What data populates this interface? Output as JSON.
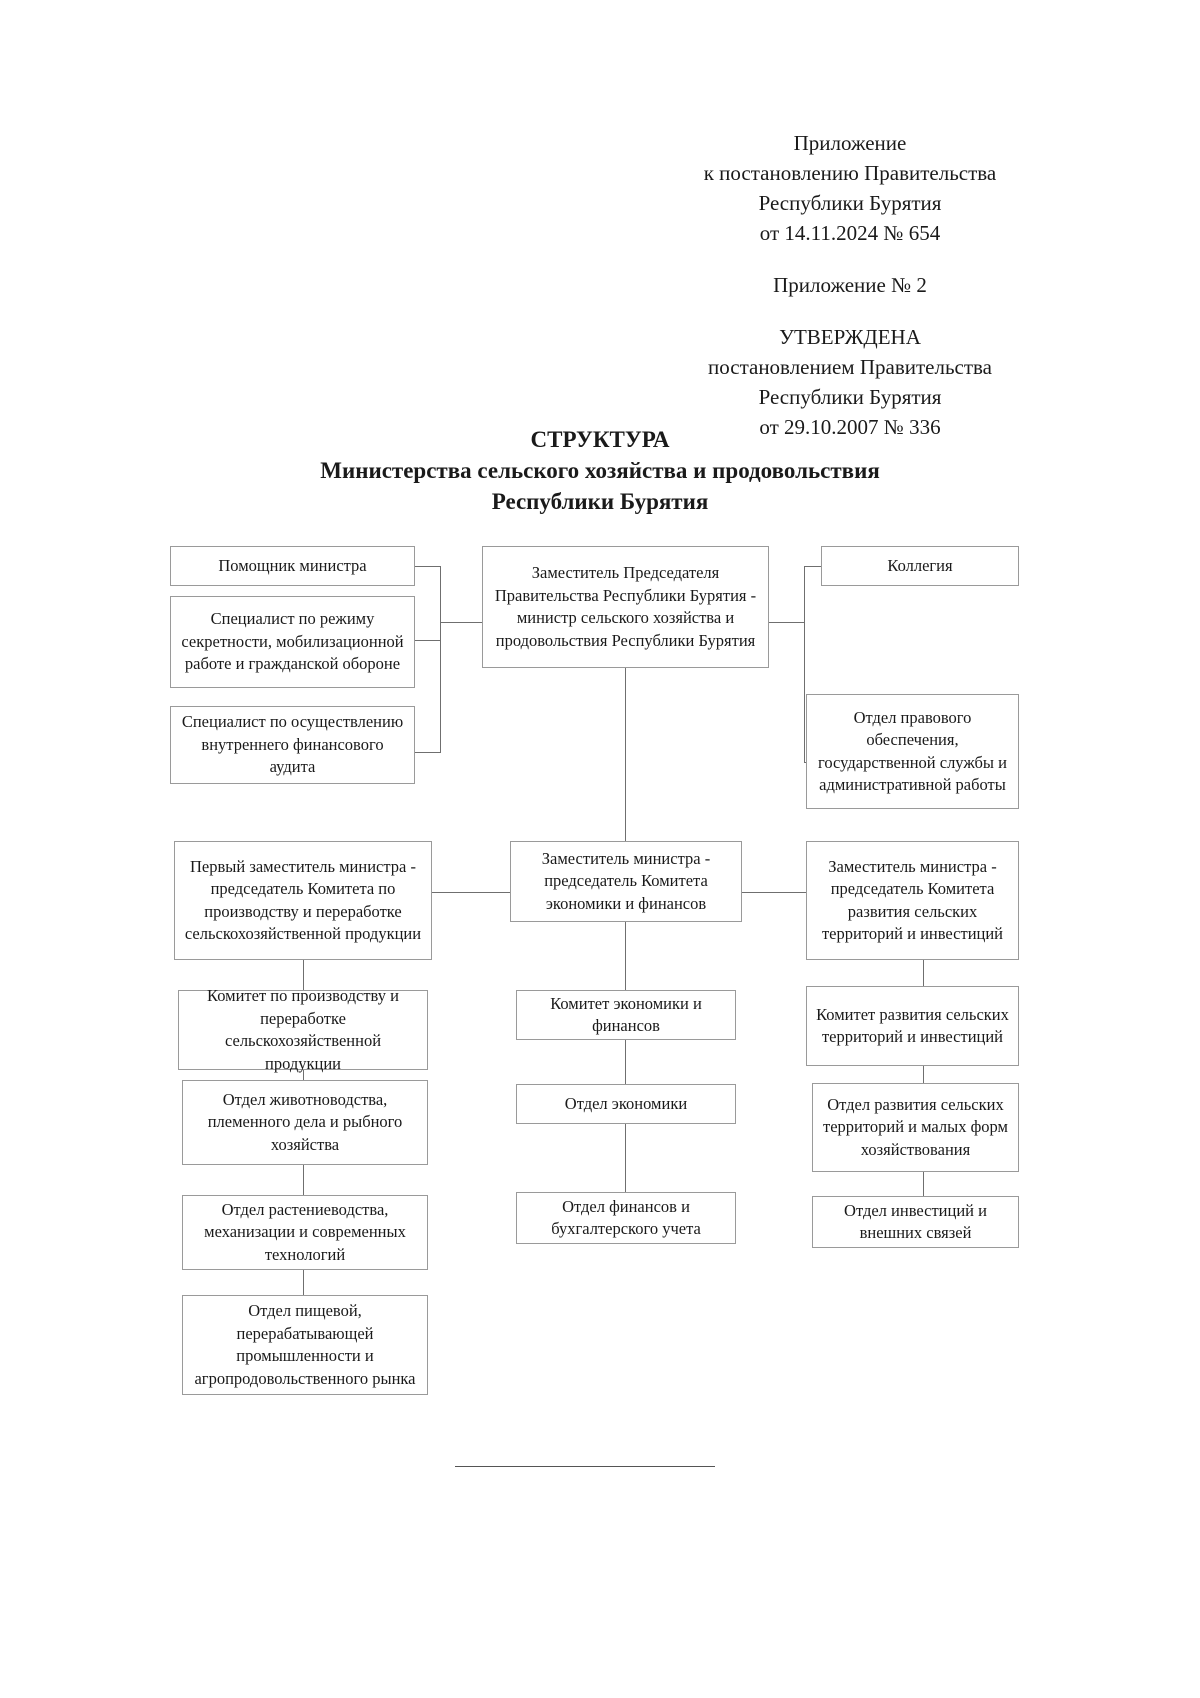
{
  "document": {
    "header": {
      "groups": [
        {
          "id": "prilozhenie-postanovlenie",
          "lines": [
            "Приложение",
            "к постановлению Правительства",
            "Республики Бурятия",
            "от 14.11.2024 № 654"
          ]
        },
        {
          "id": "prilozhenie-2",
          "lines": [
            "Приложение № 2"
          ]
        },
        {
          "id": "utverzhdena",
          "lines": [
            "УТВЕРЖДЕНА",
            "постановлением Правительства",
            "Республики Бурятия",
            "от 29.10.2007 № 336"
          ]
        }
      ]
    },
    "title": {
      "line1": "СТРУКТУРА",
      "line2": "Министерства сельского хозяйства и продовольствия",
      "line3": "Республики Бурятия"
    }
  },
  "chart_data": {
    "type": "diagram",
    "title": "СТРУКТУРА Министерства сельского хозяйства и продовольствия Республики Бурятия",
    "nodes": [
      {
        "id": "pomoshchnik",
        "label": "Помощник министра",
        "column": "left",
        "level": 1
      },
      {
        "id": "spec-rezhim",
        "label": "Специалист по режиму секретности, мобилизационной работе и гражданской обороне",
        "column": "left",
        "level": 1
      },
      {
        "id": "spec-audit",
        "label": "Специалист по осуществлению внутреннего финансового аудита",
        "column": "left",
        "level": 1
      },
      {
        "id": "ministr",
        "label": "Заместитель Председателя Правительства Республики Бурятия - министр сельского хозяйства и продовольствия Республики Бурятия",
        "column": "center",
        "level": 1
      },
      {
        "id": "kollegiya",
        "label": "Коллегия",
        "column": "right",
        "level": 1
      },
      {
        "id": "otdel-pravovogo",
        "label": "Отдел правового обеспечения, государственной службы и административной работы",
        "column": "right",
        "level": 1
      },
      {
        "id": "pervyy-zam",
        "label": "Первый заместитель министра - председатель Комитета по производству и переработке сельскохозяйственной продукции",
        "column": "left",
        "level": 2
      },
      {
        "id": "zam-ekonomiki",
        "label": "Заместитель министра - председатель Комитета экономики и финансов",
        "column": "center",
        "level": 2
      },
      {
        "id": "zam-territoriy",
        "label": "Заместитель министра - председатель Комитета развития сельских территорий и инвестиций",
        "column": "right",
        "level": 2
      },
      {
        "id": "komitet-proizvodstvu",
        "label": "Комитет по производству и переработке сельскохозяйственной продукции",
        "column": "left",
        "level": 3
      },
      {
        "id": "komitet-ekonomiki",
        "label": "Комитет экономики и финансов",
        "column": "center",
        "level": 3
      },
      {
        "id": "komitet-razvitiya",
        "label": "Комитет развития сельских территорий и инвестиций",
        "column": "right",
        "level": 3
      },
      {
        "id": "otdel-zhivotnovodstva",
        "label": "Отдел животноводства, племенного дела и рыбного хозяйства",
        "column": "left",
        "level": 4
      },
      {
        "id": "otdel-ekonomiki",
        "label": "Отдел экономики",
        "column": "center",
        "level": 4
      },
      {
        "id": "otdel-razvitiya-selskih",
        "label": "Отдел развития сельских территорий и малых форм хозяйствования",
        "column": "right",
        "level": 4
      },
      {
        "id": "otdel-rastenievodstva",
        "label": "Отдел растениеводства, механизации и современных технологий",
        "column": "left",
        "level": 5
      },
      {
        "id": "otdel-finansov",
        "label": "Отдел финансов и бухгалтерского учета",
        "column": "center",
        "level": 5
      },
      {
        "id": "otdel-investiciy",
        "label": "Отдел инвестиций и внешних связей",
        "column": "right",
        "level": 5
      },
      {
        "id": "otdel-pishchevoy",
        "label": "Отдел пищевой, перерабатывающей промышленности и агропродовольственного рынка",
        "column": "left",
        "level": 6
      }
    ],
    "edges": [
      {
        "from": "ministr",
        "to": "pomoshchnik"
      },
      {
        "from": "ministr",
        "to": "spec-rezhim"
      },
      {
        "from": "ministr",
        "to": "spec-audit"
      },
      {
        "from": "ministr",
        "to": "kollegiya"
      },
      {
        "from": "ministr",
        "to": "otdel-pravovogo"
      },
      {
        "from": "ministr",
        "to": "pervyy-zam"
      },
      {
        "from": "ministr",
        "to": "zam-ekonomiki"
      },
      {
        "from": "ministr",
        "to": "zam-territoriy"
      },
      {
        "from": "pervyy-zam",
        "to": "komitet-proizvodstvu"
      },
      {
        "from": "komitet-proizvodstvu",
        "to": "otdel-zhivotnovodstva"
      },
      {
        "from": "otdel-zhivotnovodstva",
        "to": "otdel-rastenievodstva"
      },
      {
        "from": "otdel-rastenievodstva",
        "to": "otdel-pishchevoy"
      },
      {
        "from": "zam-ekonomiki",
        "to": "komitet-ekonomiki"
      },
      {
        "from": "komitet-ekonomiki",
        "to": "otdel-ekonomiki"
      },
      {
        "from": "otdel-ekonomiki",
        "to": "otdel-finansov"
      },
      {
        "from": "zam-territoriy",
        "to": "komitet-razvitiya"
      },
      {
        "from": "komitet-razvitiya",
        "to": "otdel-razvitiya-selskih"
      },
      {
        "from": "otdel-razvitiya-selskih",
        "to": "otdel-investiciy"
      }
    ]
  }
}
